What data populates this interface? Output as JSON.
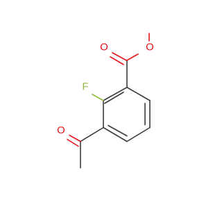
{
  "molecule": {
    "atom_labels": {
      "ester_carbonyl_o": "O",
      "ester_ether_o": "O",
      "fluorine": "F",
      "ketone_o": "O"
    },
    "colors": {
      "bond": "#3a3a3a",
      "oxygen": "#e8141c",
      "fluorine": "#8dbb3c"
    }
  }
}
